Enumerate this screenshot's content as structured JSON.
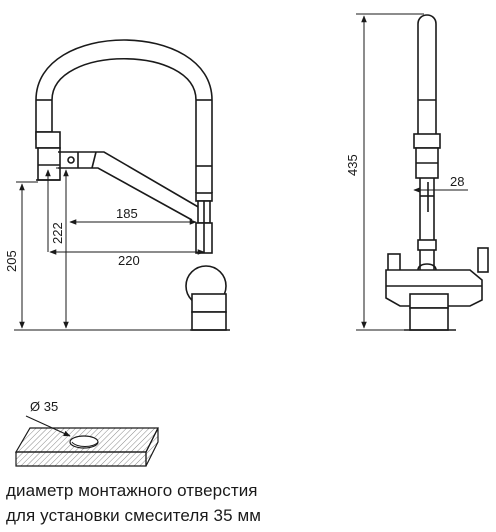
{
  "dimensions": {
    "height_overall": "435",
    "height_spout": "205",
    "height_outlet": "222",
    "reach_short": "185",
    "reach_long": "220",
    "hose_diameter": "28",
    "hole_label": "Ø 35"
  },
  "caption": {
    "line1": "диаметр монтажного отверстия",
    "line2": "для установки смесителя 35 мм"
  }
}
